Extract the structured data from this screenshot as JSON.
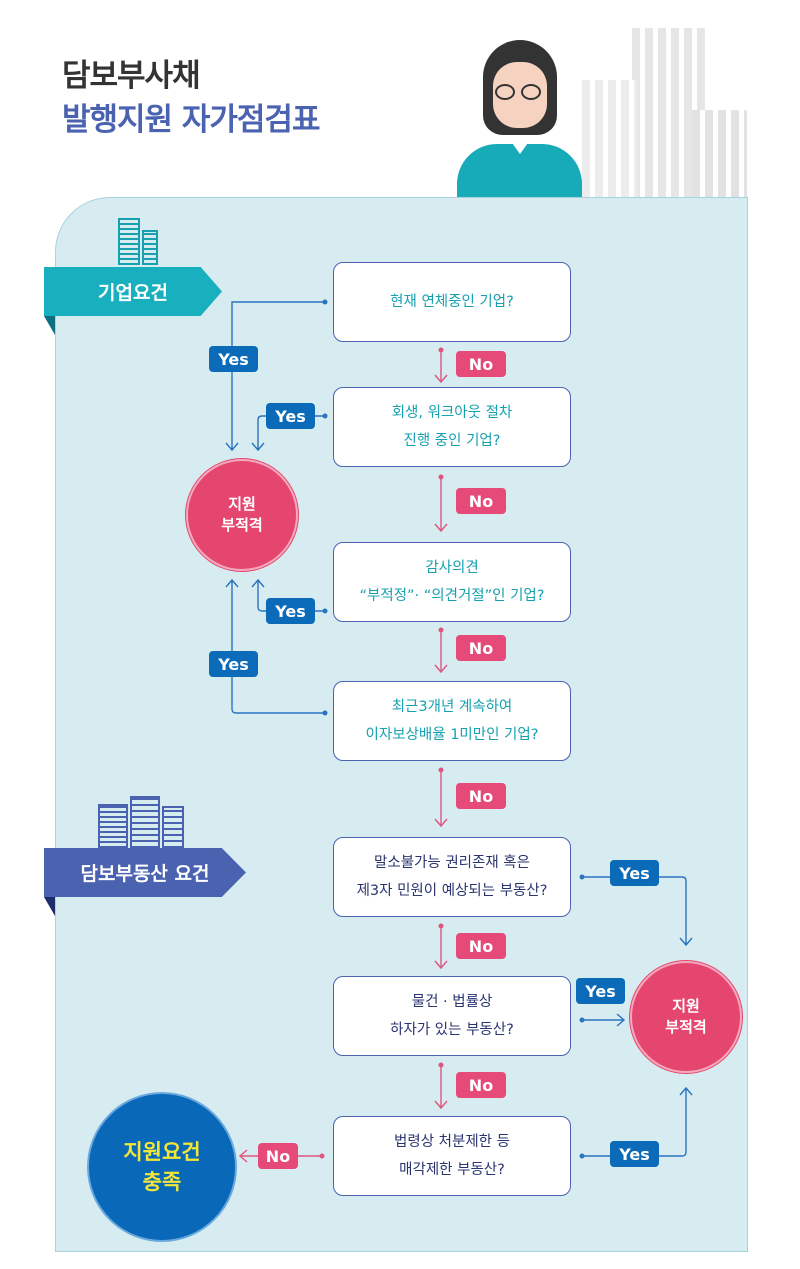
{
  "title": {
    "line1": "담보부사채",
    "line2": "발행지원 자가점검표"
  },
  "sections": {
    "company": "기업요건",
    "collateral": "담보부동산 요건"
  },
  "questions": [
    {
      "lines": [
        "현재 연체중인 기업?"
      ]
    },
    {
      "lines": [
        "회생, 워크아웃 절차",
        "진행 중인 기업?"
      ]
    },
    {
      "lines": [
        "감사의견",
        "“부적정”· “의견거절”인 기업?"
      ]
    },
    {
      "lines": [
        "최근3개년 계속하여",
        "이자보상배율 1미만인 기업?"
      ]
    },
    {
      "lines": [
        "말소불가능 권리존재 혹은",
        "제3자 민원이 예상되는 부동산?"
      ]
    },
    {
      "lines": [
        "물건 · 법률상",
        "하자가 있는 부동산?"
      ]
    },
    {
      "lines": [
        "법령상 처분제한 등",
        "매각제한 부동산?"
      ]
    }
  ],
  "labels": {
    "yes": "Yes",
    "no": "No"
  },
  "outcomes": {
    "ineligible": [
      "지원",
      "부적격"
    ],
    "eligible": [
      "지원요건",
      "충족"
    ]
  },
  "colors": {
    "teal": "#18b0bf",
    "indigo": "#4a62b0",
    "pink": "#e5466f",
    "blue": "#0a68b8",
    "yellow": "#f3e636"
  }
}
